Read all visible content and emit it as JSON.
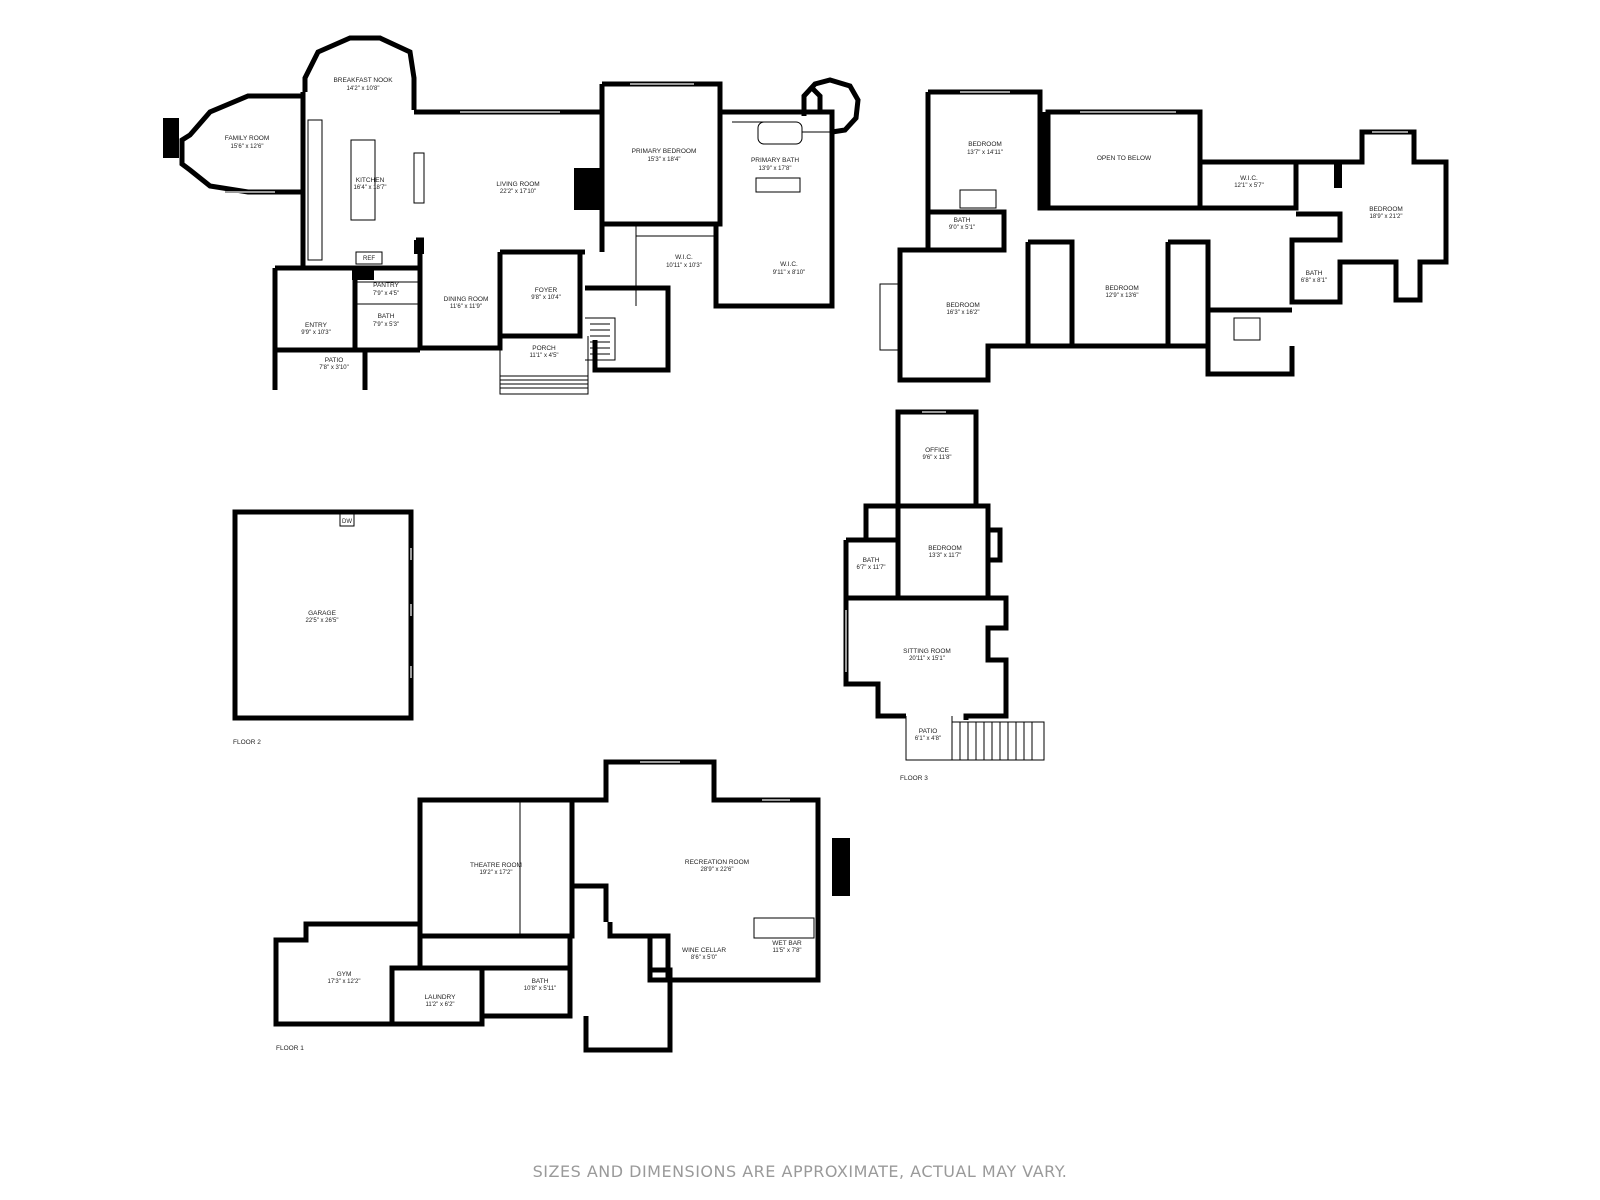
{
  "floors": {
    "floor1": {
      "label": "FLOOR 1",
      "rooms": [
        {
          "id": "theatre",
          "name": "THEATRE ROOM",
          "dims": "19'2\" x 17'2\""
        },
        {
          "id": "recreation",
          "name": "RECREATION ROOM",
          "dims": "28'9\" x 22'6\""
        },
        {
          "id": "gym",
          "name": "GYM",
          "dims": "17'3\" x 12'2\""
        },
        {
          "id": "laundry",
          "name": "LAUNDRY",
          "dims": "11'2\" x 6'2\""
        },
        {
          "id": "bath1",
          "name": "BATH",
          "dims": "10'8\" x 5'11\""
        },
        {
          "id": "wine",
          "name": "WINE CELLAR",
          "dims": "8'6\" x 5'0\""
        },
        {
          "id": "wetbar",
          "name": "WET BAR",
          "dims": "11'5\" x 7'8\""
        }
      ]
    },
    "floor2": {
      "label": "FLOOR 2",
      "rooms": [
        {
          "id": "family",
          "name": "FAMILY ROOM",
          "dims": "15'6\" x 12'6\""
        },
        {
          "id": "breakfast",
          "name": "BREAKFAST NOOK",
          "dims": "14'2\" x 10'8\""
        },
        {
          "id": "kitchen",
          "name": "KITCHEN",
          "dims": "16'4\" x 18'7\""
        },
        {
          "id": "living",
          "name": "LIVING ROOM",
          "dims": "22'2\" x 17'10\""
        },
        {
          "id": "primary_bed",
          "name": "PRIMARY BEDROOM",
          "dims": "15'3\" x 18'4\""
        },
        {
          "id": "primary_bath",
          "name": "PRIMARY BATH",
          "dims": "13'9\" x 17'8\""
        },
        {
          "id": "wic1",
          "name": "W.I.C.",
          "dims": "10'11\" x 10'3\""
        },
        {
          "id": "wic2",
          "name": "W.I.C.",
          "dims": "9'11\" x 8'10\""
        },
        {
          "id": "pantry",
          "name": "PANTRY",
          "dims": "7'9\" x 4'5\""
        },
        {
          "id": "bath2",
          "name": "BATH",
          "dims": "7'9\" x 5'3\""
        },
        {
          "id": "entry",
          "name": "ENTRY",
          "dims": "9'9\" x 10'3\""
        },
        {
          "id": "patio2",
          "name": "PATIO",
          "dims": "7'8\" x 3'10\""
        },
        {
          "id": "dining",
          "name": "DINING ROOM",
          "dims": "11'6\" x 11'9\""
        },
        {
          "id": "foyer",
          "name": "FOYER",
          "dims": "9'8\" x 10'4\""
        },
        {
          "id": "porch",
          "name": "PORCH",
          "dims": "11'1\" x 4'5\""
        },
        {
          "id": "garage",
          "name": "GARAGE",
          "dims": "22'5\" x 26'5\""
        }
      ],
      "upper": [
        {
          "id": "bed_a",
          "name": "BEDROOM",
          "dims": "13'7\" x 14'11\""
        },
        {
          "id": "open_below",
          "name": "OPEN TO BELOW",
          "dims": ""
        },
        {
          "id": "wic3",
          "name": "W.I.C.",
          "dims": "12'1\" x 5'7\""
        },
        {
          "id": "bed_b",
          "name": "BEDROOM",
          "dims": "18'9\" x 21'2\""
        },
        {
          "id": "bath_a",
          "name": "BATH",
          "dims": "9'0\" x 5'1\""
        },
        {
          "id": "bed_c",
          "name": "BEDROOM",
          "dims": "16'3\" x 16'2\""
        },
        {
          "id": "bed_d",
          "name": "BEDROOM",
          "dims": "12'9\" x 13'6\""
        },
        {
          "id": "bath_b",
          "name": "BATH",
          "dims": "6'8\" x 8'1\""
        }
      ]
    },
    "floor3": {
      "label": "FLOOR 3",
      "rooms": [
        {
          "id": "office",
          "name": "OFFICE",
          "dims": "9'6\" x 11'8\""
        },
        {
          "id": "bed_e",
          "name": "BEDROOM",
          "dims": "13'3\" x 11'7\""
        },
        {
          "id": "bath3",
          "name": "BATH",
          "dims": "6'7\" x 11'7\""
        },
        {
          "id": "sitting",
          "name": "SITTING ROOM",
          "dims": "20'11\" x 15'1\""
        },
        {
          "id": "patio3",
          "name": "PATIO",
          "dims": "6'1\" x 4'8\""
        }
      ]
    }
  },
  "fixture_labels": {
    "dw": "DW",
    "ref": "REF"
  },
  "disclaimer": "SIZES AND DIMENSIONS ARE APPROXIMATE, ACTUAL MAY VARY."
}
